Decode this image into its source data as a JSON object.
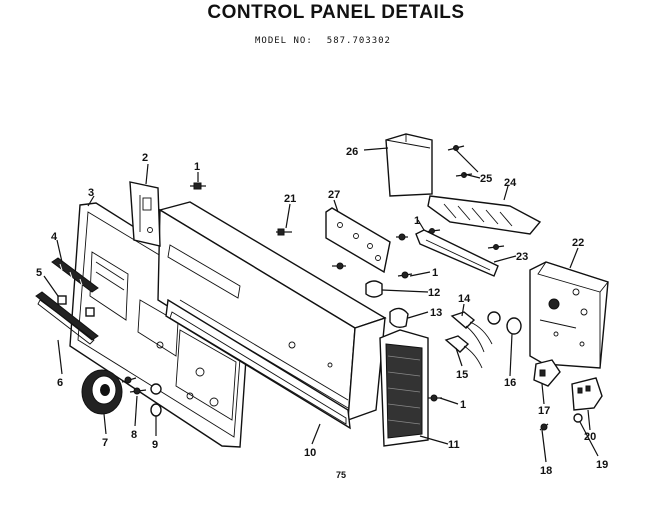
{
  "title": "CONTROL PANEL DETAILS",
  "model": {
    "label": "MODEL NO:",
    "number": "587.703302"
  },
  "page_number": "75",
  "callouts": [
    {
      "id": "c1a",
      "text": "1"
    },
    {
      "id": "c2",
      "text": "2"
    },
    {
      "id": "c3",
      "text": "3"
    },
    {
      "id": "c4",
      "text": "4"
    },
    {
      "id": "c5",
      "text": "5"
    },
    {
      "id": "c6",
      "text": "6"
    },
    {
      "id": "c7",
      "text": "7"
    },
    {
      "id": "c8",
      "text": "8"
    },
    {
      "id": "c9",
      "text": "9"
    },
    {
      "id": "c10",
      "text": "10"
    },
    {
      "id": "c11",
      "text": "11"
    },
    {
      "id": "c12",
      "text": "12"
    },
    {
      "id": "c13",
      "text": "13"
    },
    {
      "id": "c14",
      "text": "14"
    },
    {
      "id": "c15",
      "text": "15"
    },
    {
      "id": "c16",
      "text": "16"
    },
    {
      "id": "c17",
      "text": "17"
    },
    {
      "id": "c18",
      "text": "18"
    },
    {
      "id": "c19",
      "text": "19"
    },
    {
      "id": "c20",
      "text": "20"
    },
    {
      "id": "c21",
      "text": "21"
    },
    {
      "id": "c22",
      "text": "22"
    },
    {
      "id": "c23",
      "text": "23"
    },
    {
      "id": "c24",
      "text": "24"
    },
    {
      "id": "c25",
      "text": "25"
    },
    {
      "id": "c26",
      "text": "26"
    },
    {
      "id": "c27",
      "text": "27"
    },
    {
      "id": "c1b",
      "text": "1"
    },
    {
      "id": "c1c",
      "text": "1"
    },
    {
      "id": "c1d",
      "text": "1"
    }
  ]
}
